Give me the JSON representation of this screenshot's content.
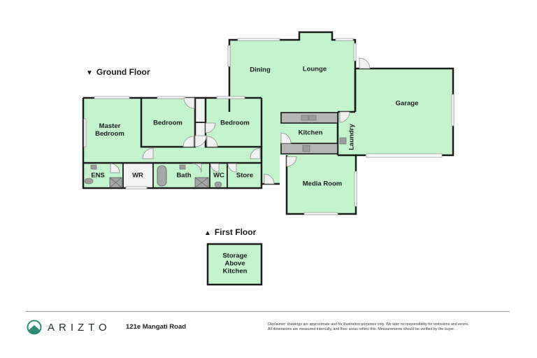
{
  "floors": {
    "ground": {
      "heading": "Ground Floor",
      "arrow": "▼",
      "rooms": {
        "master_bedroom": "Master\nBedroom",
        "bedroom_1": "Bedroom",
        "bedroom_2": "Bedroom",
        "dining": "Dining",
        "lounge": "Lounge",
        "garage": "Garage",
        "kitchen": "Kitchen",
        "laundry": "Laundry",
        "media_room": "Media Room",
        "ens": "ENS",
        "wr": "WR",
        "bath": "Bath",
        "wc": "WC",
        "store": "Store"
      }
    },
    "first": {
      "heading": "First Floor",
      "arrow": "▲",
      "rooms": {
        "storage": "Storage\nAbove\nKitchen"
      }
    }
  },
  "colors": {
    "room_fill": "#c3f4cc",
    "wall": "#1c1c1c",
    "brand_teal": "#2e8b74"
  },
  "footer": {
    "brand": "ARIZTO",
    "logo_icon": "mountain-circle-icon",
    "address": "121e Mangati Road",
    "disclaimer_line1": "Disclaimer: drawings are approximate and for illustration purposes only. We take no responsibility for omissions and errors.",
    "disclaimer_line2": "All dimensions are measured internally, and floor areas reflect this. Measurements should be verified by the buyer."
  }
}
